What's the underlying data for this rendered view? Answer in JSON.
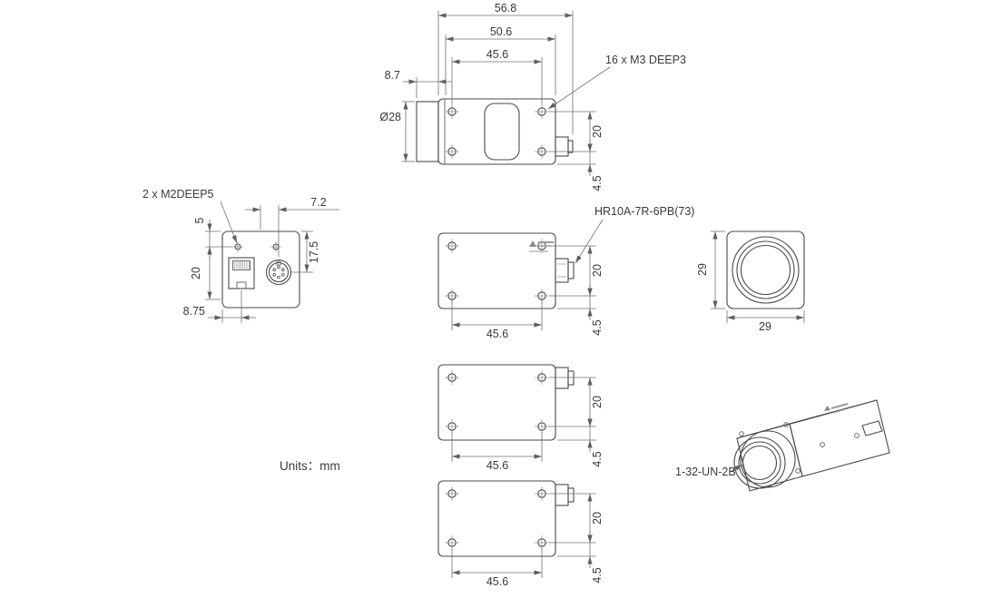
{
  "drawing": {
    "units_label": "Units：mm",
    "callouts": {
      "m3_holes": "16 x M3 DEEP3",
      "m2_holes": "2 x M2DEEP5",
      "io_connector": "HR10A-7R-6PB(73)",
      "lens_thread": "1-32-UN-2B"
    },
    "top_view": {
      "overall_length": "56.8",
      "body_length": "50.6",
      "hole_spacing": "45.6",
      "lens_protrusion": "8.7",
      "lens_diameter": "Ø28",
      "hole_row_spacing": "20",
      "hole_edge_offset": "4.5"
    },
    "back_view": {
      "connector_offset": "7.2",
      "hole_top_offset": "5",
      "connector_height": "17.5",
      "port_height": "20",
      "port_side_offset": "8.75"
    },
    "side_view_1": {
      "hole_row_spacing": "20",
      "hole_edge_offset": "4.5",
      "hole_spacing": "45.6"
    },
    "side_view_2": {
      "hole_row_spacing": "20",
      "hole_edge_offset": "4.5",
      "hole_spacing": "45.6"
    },
    "side_view_3": {
      "hole_row_spacing": "20",
      "hole_edge_offset": "4.5",
      "hole_spacing": "45.6"
    },
    "front_view": {
      "height": "29",
      "width": "29"
    }
  },
  "colors": {
    "background": "#ffffff",
    "object_line": "#4a4a4a",
    "dimension_line": "#707070",
    "text": "#3a3a3a"
  }
}
